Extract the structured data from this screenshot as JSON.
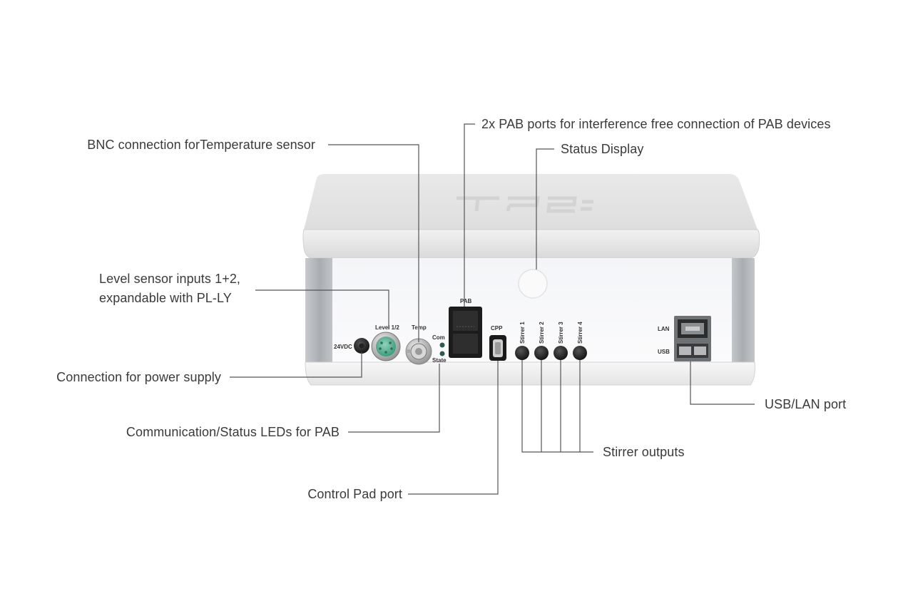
{
  "callouts": {
    "bnc": "BNC connection forTemperature sensor",
    "pab_ports": "2x PAB ports for interference free connection of PAB devices",
    "status_display": "Status Display",
    "level_line1": "Level sensor inputs 1+2,",
    "level_line2": "expandable with PL-LY",
    "power": "Connection for power supply",
    "leds": "Communication/Status LEDs for PAB",
    "control_pad": "Control Pad port",
    "stirrer_outputs": "Stirrer outputs",
    "usb_lan": "USB/LAN port"
  },
  "panel_labels": {
    "dc": "24VDC",
    "level": "Level 1/2",
    "temp": "Temp",
    "com": "Com",
    "state": "State",
    "pab": "PAB",
    "cpp": "CPP",
    "stirrer1": "Stirrer 1",
    "stirrer2": "Stirrer 2",
    "stirrer3": "Stirrer 3",
    "stirrer4": "Stirrer 4",
    "lan": "LAN",
    "usb": "USB"
  },
  "colors": {
    "housing": "#ededed",
    "front_panel": "#f7f8fa",
    "side_grey": "#b9bcbf",
    "connector_green": "#5fb59a",
    "leader_line": "#555555"
  }
}
